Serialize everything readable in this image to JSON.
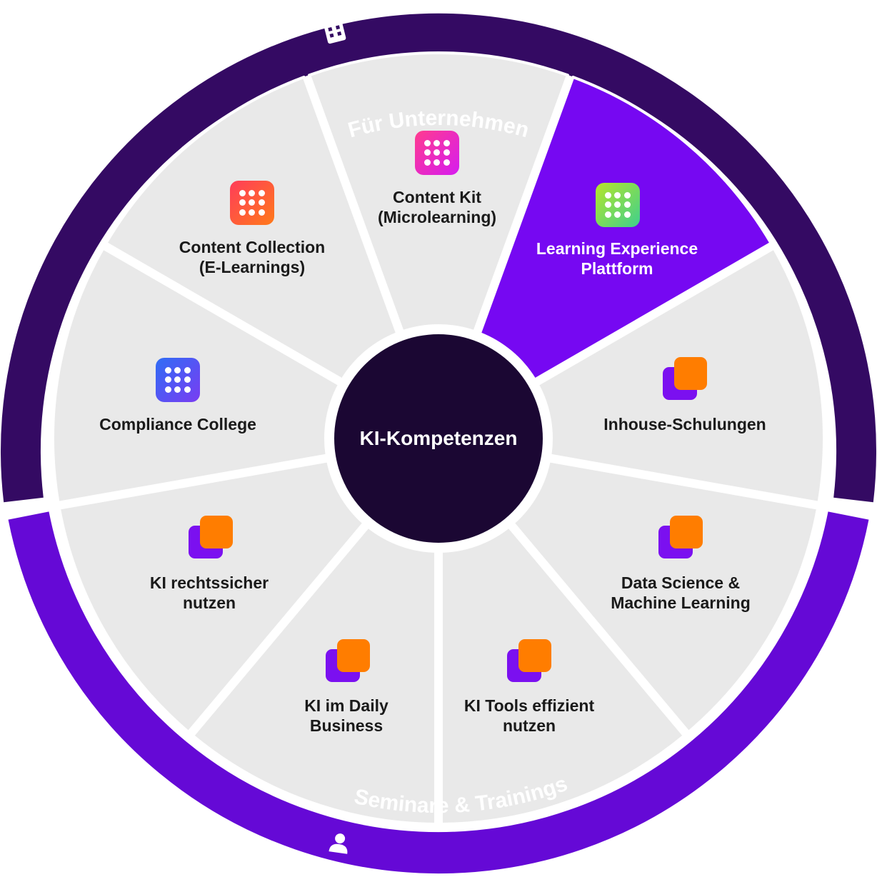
{
  "center": {
    "label": "KI-Kompetenzen"
  },
  "outer_ring": {
    "top_label": "Für Unternehmen",
    "bottom_label": "Seminare & Trainings",
    "top_icon": "building-icon",
    "bottom_icon": "person-icon",
    "top_color": "#340a63",
    "bottom_color": "#6509d6"
  },
  "segments": [
    {
      "label_line1": "Content Kit",
      "label_line2": "(Microlearning)",
      "icon": "dots-grid-icon",
      "icon_colors": [
        "#ff3c8e",
        "#d61cf0"
      ]
    },
    {
      "label_line1": "Learning Experience",
      "label_line2": "Plattform",
      "icon": "dots-grid-icon",
      "icon_colors": [
        "#b6e62a",
        "#3ecf8e"
      ],
      "highlight": true,
      "highlight_color": "#7608f2"
    },
    {
      "label_line1": "Inhouse-Schulungen",
      "label_line2": "",
      "icon": "stacked-tiles-icon"
    },
    {
      "label_line1": "Data Science &",
      "label_line2": "Machine Learning",
      "icon": "stacked-tiles-icon"
    },
    {
      "label_line1": "KI Tools effizient",
      "label_line2": "nutzen",
      "icon": "stacked-tiles-icon"
    },
    {
      "label_line1": "KI im Daily",
      "label_line2": "Business",
      "icon": "stacked-tiles-icon"
    },
    {
      "label_line1": "KI rechtssicher",
      "label_line2": "nutzen",
      "icon": "stacked-tiles-icon"
    },
    {
      "label_line1": "Compliance College",
      "label_line2": "",
      "icon": "dots-grid-icon",
      "icon_colors": [
        "#2f6df5",
        "#7a3cf2"
      ]
    },
    {
      "label_line1": "Content Collection",
      "label_line2": "(E-Learnings)",
      "icon": "dots-grid-icon",
      "icon_colors": [
        "#ff3c5a",
        "#ff7a1a"
      ]
    }
  ],
  "colors": {
    "segment_fill": "#e9e9e9",
    "center_fill": "#1b0733",
    "tile_back": "#7b10f0",
    "tile_front": "#ff7d00"
  }
}
